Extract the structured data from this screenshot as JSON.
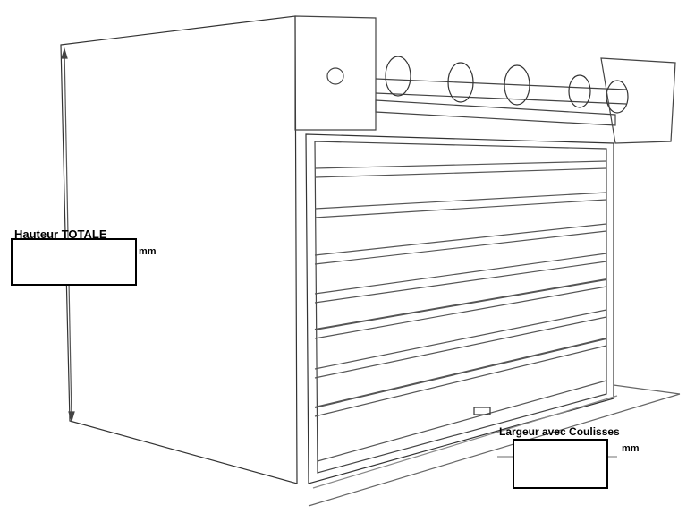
{
  "height_field": {
    "label": "Hauteur TOTALE",
    "value": "",
    "unit": "mm"
  },
  "width_field": {
    "label": "Largeur avec Coulisses",
    "value": "",
    "unit": "mm"
  }
}
